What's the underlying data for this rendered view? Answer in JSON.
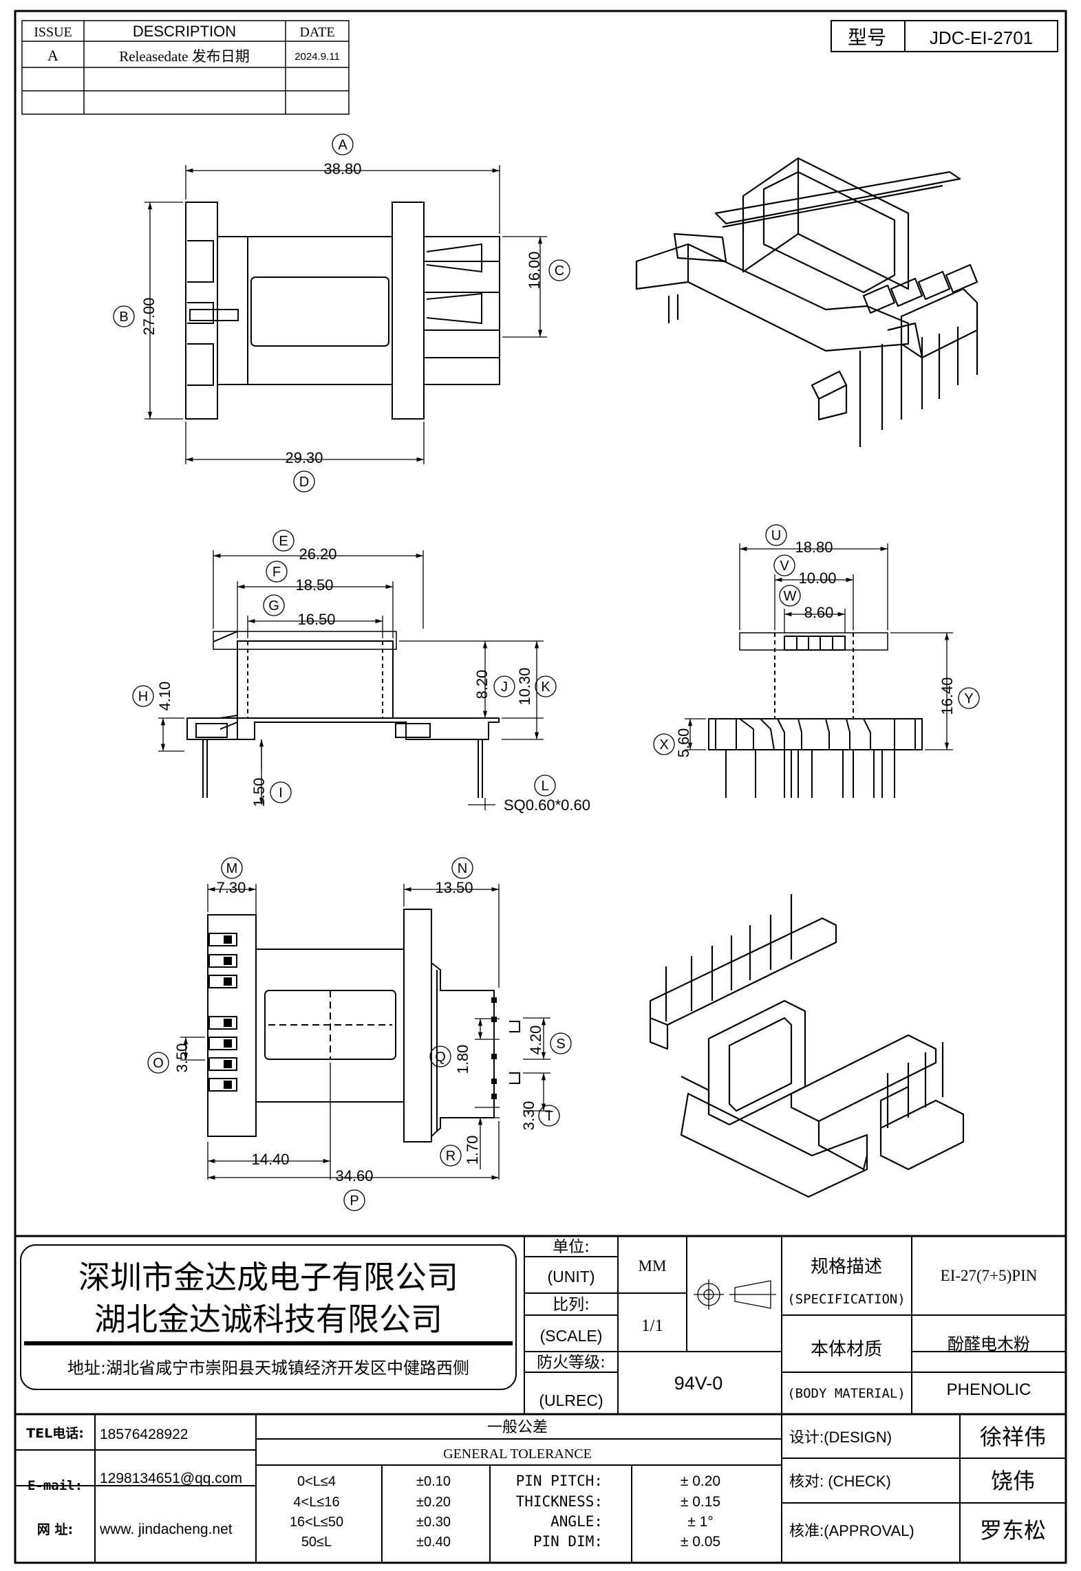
{
  "revision_table": {
    "headers": [
      "ISSUE",
      "DESCRIPTION",
      "DATE"
    ],
    "rows": [
      {
        "issue": "A",
        "description": "Releasedate 发布日期",
        "date": "2024.9.11"
      }
    ]
  },
  "model": {
    "label": "型号",
    "value": "JDC-EI-2701"
  },
  "top_view": {
    "dims": {
      "A": "38.80",
      "B": "27.00",
      "C": "16.00",
      "D": "29.30"
    }
  },
  "front_view": {
    "dims": {
      "E": "26.20",
      "F": "18.50",
      "G": "16.50",
      "H": "4.10",
      "I": "1.50",
      "J": "8.20",
      "K": "10.30",
      "L": "SQ0.60*0.60"
    }
  },
  "side_view": {
    "dims": {
      "U": "18.80",
      "V": "10.00",
      "W": "8.60",
      "X": "5.60",
      "Y": "16.40"
    }
  },
  "bottom_view": {
    "dims": {
      "M": "7.30",
      "N": "13.50",
      "O": "3.50",
      "Q": "1.80",
      "S": "4.20",
      "T": "3.30",
      "R": "1.70",
      "P": "34.60",
      "extra": "14.40"
    }
  },
  "title_block": {
    "company_1": "深圳市金达成电子有限公司",
    "company_2": "湖北金达诚科技有限公司",
    "address": "地址:湖北省咸宁市崇阳县天城镇经济开发区中健路西侧",
    "unit_label_cn": "单位:",
    "unit_label_en": "(UNIT)",
    "unit_value": "MM",
    "scale_label_cn": "比列:",
    "scale_label_en": "(SCALE)",
    "scale_value": "1/1",
    "fire_label_cn": "防火等级:",
    "fire_label_en": "(ULREC)",
    "fire_value": "94V-0",
    "spec_label_cn": "规格描述",
    "spec_label_en": "(SPECIFICATION)",
    "spec_value": "EI-27(7+5)PIN",
    "material_label_cn": "本体材质",
    "material_label_en": "(BODY MATERIAL)",
    "material_value_cn": "酚醛电木粉",
    "material_value_en": "PHENOLIC",
    "tel_label": "TEL电话:",
    "tel_value": "18576428922",
    "email_label": "E-mail:",
    "email_value": "1298134651@qq.com",
    "web_label": "网    址:",
    "web_value": "www. jindacheng.net",
    "tolerance_title_cn": "一般公差",
    "tolerance_title_en": "GENERAL  TOLERANCE",
    "tolerances": [
      {
        "range": "0<L≤4",
        "value": "±0.10"
      },
      {
        "range": "4<L≤16",
        "value": "±0.20"
      },
      {
        "range": "16<L≤50",
        "value": "±0.30"
      },
      {
        "range": "50≤L",
        "value": "±0.40"
      }
    ],
    "misc_tolerances": [
      {
        "name": "PIN PITCH:",
        "value": "±  0.20"
      },
      {
        "name": "THICKNESS:",
        "value": "±  0.15"
      },
      {
        "name": "ANGLE:",
        "value": "±  1°"
      },
      {
        "name": "PIN DIM:",
        "value": "±  0.05"
      }
    ],
    "design_label": "设计:(DESIGN)",
    "design_value": "徐祥伟",
    "check_label": "核对: (CHECK)",
    "check_value": "饶伟",
    "approval_label": "核准:(APPROVAL)",
    "approval_value": "罗东松"
  }
}
